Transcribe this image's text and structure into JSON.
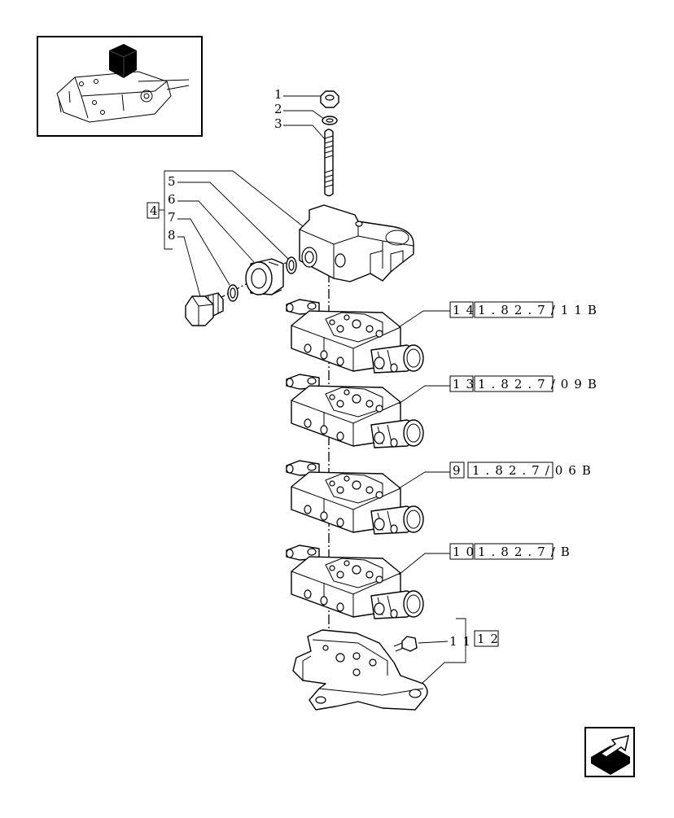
{
  "callouts": {
    "c1": "1",
    "c2": "2",
    "c3": "3",
    "c5": "5",
    "c6": "6",
    "c7": "7",
    "c8": "8",
    "c4": "4"
  },
  "references": {
    "r1": {
      "num": "14",
      "code": "1.82.7/11B"
    },
    "r2": {
      "num": "13",
      "code": "1.82.7/09B"
    },
    "r3": {
      "num": "9",
      "code": "1.82.7/06B"
    },
    "r4": {
      "num": "10",
      "code": "1.82.7/B"
    },
    "r5": {
      "num": "11",
      "code": "12"
    }
  },
  "icons": {
    "thumbnail": "tractor-rear-housing-thumbnail",
    "nav": "next-page-arrow-icon"
  },
  "colors": {
    "ink": "#000000",
    "paper": "#ffffff"
  }
}
